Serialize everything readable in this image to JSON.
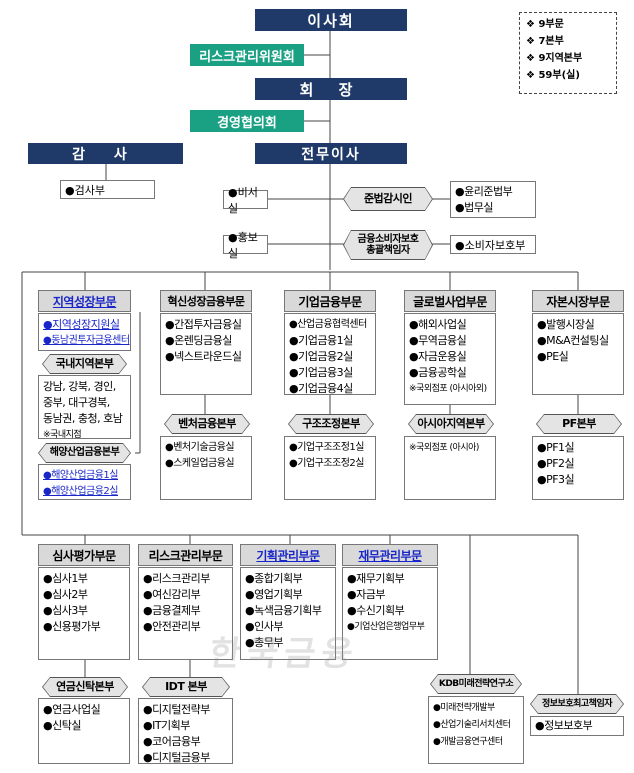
{
  "top": {
    "board": "이사회",
    "risk_committee": "리스크관리위원회",
    "chairman": "회 장",
    "mgmt_council": "경영협의회",
    "auditor": "감 사",
    "senior_director": "전무이사",
    "inspection": "●검사부"
  },
  "legend": [
    "9부문",
    "7본부",
    "9지역본부",
    "59부(실)"
  ],
  "mid": {
    "secretary": "●비서실",
    "compliance_officer": "준법감시인",
    "compliance_items": [
      "●윤리준법부",
      "●법무실"
    ],
    "pr": "●홍보실",
    "consumer_officer_l1": "금융소비자보호",
    "consumer_officer_l2": "총괄책임자",
    "consumer_dept": "●소비자보호부"
  },
  "divisions": [
    {
      "name": "지역성장부문",
      "items": [
        "●지역성장지원실",
        "●동남권투자금융센터"
      ],
      "sub": {
        "name": "국내지역본부",
        "lines": [
          "강남, 강북, 경인,",
          "중부, 대구경북,",
          "동남권, 충청, 호남"
        ],
        "note": "※국내지점"
      },
      "sub2": {
        "name": "해양산업금융본부",
        "items": [
          "●해양산업금융1실",
          "●해양산업금융2실"
        ]
      }
    },
    {
      "name": "혁신성장금융부문",
      "items": [
        "●간접투자금융실",
        "●온렌딩금융실",
        "●넥스트라운드실"
      ],
      "sub": {
        "name": "벤처금융본부",
        "items": [
          "●벤처기술금융실",
          "●스케일업금융실"
        ]
      }
    },
    {
      "name": "기업금융부문",
      "items": [
        "●산업금융협력센터",
        "●기업금융1실",
        "●기업금융2실",
        "●기업금융3실",
        "●기업금융4실"
      ],
      "sub": {
        "name": "구조조정본부",
        "items": [
          "●기업구조조정1실",
          "●기업구조조정2실"
        ]
      }
    },
    {
      "name": "글로벌사업부문",
      "items": [
        "●해외사업실",
        "●무역금융실",
        "●자금운용실",
        "●금융공학실"
      ],
      "note": "※국외점포 (아시아외)",
      "sub": {
        "name": "아시아지역본부",
        "note": "※국외점포 (아시아)"
      }
    },
    {
      "name": "자본시장부문",
      "items": [
        "●발행시장실",
        "●M&A컨설팅실",
        "●PE실"
      ],
      "sub": {
        "name": "PF본부",
        "items": [
          "●PF1실",
          "●PF2실",
          "●PF3실"
        ]
      }
    }
  ],
  "bottom_divisions": [
    {
      "name": "심사평가부문",
      "items": [
        "●심사1부",
        "●심사2부",
        "●심사3부",
        "●신용평가부"
      ],
      "sub": {
        "name": "연금신탁본부",
        "items": [
          "●연금사업실",
          "●신탁실"
        ]
      }
    },
    {
      "name": "리스크관리부문",
      "items": [
        "●리스크관리부",
        "●여신감리부",
        "●금융결제부",
        "●안전관리부"
      ],
      "sub": {
        "name": "IDT 본부",
        "items": [
          "●디지털전략부",
          "●IT기획부",
          "●코어금융부",
          "●디지털금융부"
        ]
      }
    },
    {
      "name": "기획관리부문",
      "items": [
        "●종합기획부",
        "●영업기획부",
        "●녹색금융기획부",
        "●인사부",
        "●총무부"
      ]
    },
    {
      "name": "재무관리부문",
      "items": [
        "●재무기획부",
        "●자금부",
        "●수신기획부",
        "●기업산업은행업무부"
      ]
    }
  ],
  "research": {
    "name": "KDB미래전략연구소",
    "items": [
      "●미래전략개발부",
      "●산업기술리서치센터",
      "●개발금융연구센터"
    ]
  },
  "infosec": {
    "name": "정보보호최고책임자",
    "items": [
      "●정보보호부"
    ]
  },
  "watermark": "한국금융"
}
